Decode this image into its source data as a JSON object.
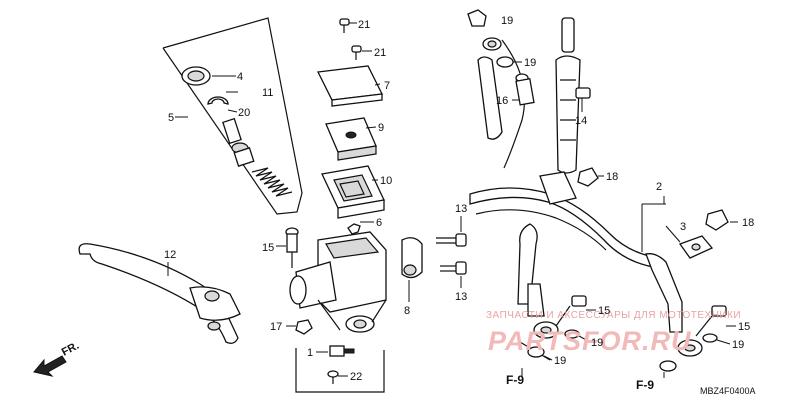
{
  "callouts": {
    "c1": "1",
    "c2": "2",
    "c3": "3",
    "c4": "4",
    "c5": "5",
    "c6": "6",
    "c7": "7",
    "c8": "8",
    "c9": "9",
    "c10": "10",
    "c11": "11",
    "c12": "12",
    "c13a": "13",
    "c13b": "13",
    "c14": "14",
    "c15a": "15",
    "c15b": "15",
    "c15c": "15",
    "c16": "16",
    "c17": "17",
    "c18a": "18",
    "c18b": "18",
    "c19a": "19",
    "c19b": "19",
    "c19c": "19",
    "c19d": "19",
    "c19e": "19",
    "c20": "20",
    "c21a": "21",
    "c21b": "21",
    "c22": "22"
  },
  "references": {
    "left": "F-9",
    "right": "F-9"
  },
  "direction_label": "FR.",
  "diagram_code": "MBZ4F0400A",
  "watermark": {
    "line1": "ЗАПЧАСТИ И АКСЕССУАРЫ ДЛЯ МОТОТЕХНИКИ",
    "line2": "PARTSFOR.RU"
  },
  "colors": {
    "ink": "#111111",
    "watermark": "#f2b9b9"
  }
}
